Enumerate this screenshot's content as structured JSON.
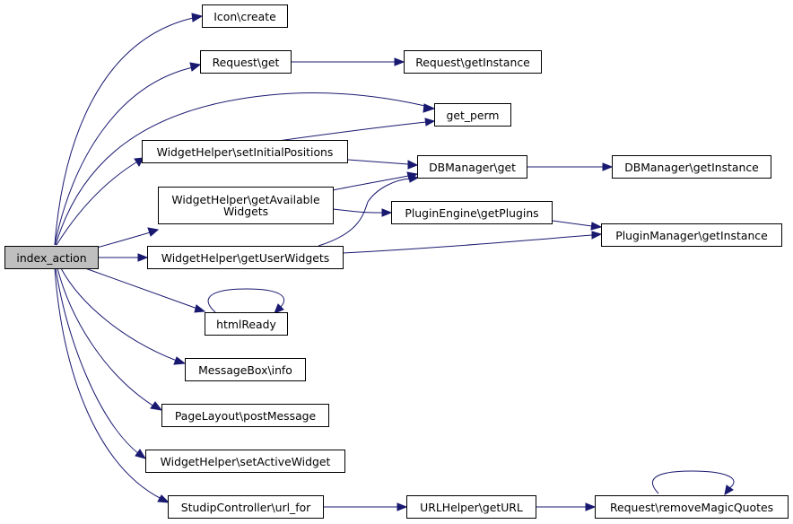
{
  "colors": {
    "edge": "#191970",
    "root_fill": "#bfbfbf",
    "node_border": "#000000"
  },
  "nodes": {
    "index_action": "index_action",
    "icon_create": "Icon\\create",
    "request_get": "Request\\get",
    "request_getinstance": "Request\\getInstance",
    "get_perm": "get_perm",
    "widgethelper_setinitialpositions": "WidgetHelper\\setInitialPositions",
    "dbmanager_get": "DBManager\\get",
    "dbmanager_getinstance": "DBManager\\getInstance",
    "widgethelper_getavailablewidgets": "WidgetHelper\\getAvailable\nWidgets",
    "pluginengine_getplugins": "PluginEngine\\getPlugins",
    "pluginmanager_getinstance": "PluginManager\\getInstance",
    "widgethelper_getuserwidgets": "WidgetHelper\\getUserWidgets",
    "htmlready": "htmlReady",
    "messagebox_info": "MessageBox\\info",
    "pagelayout_postmessage": "PageLayout\\postMessage",
    "widgethelper_setactivewidget": "WidgetHelper\\setActiveWidget",
    "studipcontroller_url_for": "StudipController\\url_for",
    "urlhelper_geturl": "URLHelper\\getURL",
    "request_removemagicquotes": "Request\\removeMagicQuotes"
  },
  "edges": [
    [
      "index_action",
      "icon_create"
    ],
    [
      "index_action",
      "request_get"
    ],
    [
      "index_action",
      "get_perm"
    ],
    [
      "index_action",
      "widgethelper_setinitialpositions"
    ],
    [
      "index_action",
      "widgethelper_getavailablewidgets"
    ],
    [
      "index_action",
      "widgethelper_getuserwidgets"
    ],
    [
      "index_action",
      "htmlready"
    ],
    [
      "index_action",
      "messagebox_info"
    ],
    [
      "index_action",
      "pagelayout_postmessage"
    ],
    [
      "index_action",
      "widgethelper_setactivewidget"
    ],
    [
      "index_action",
      "studipcontroller_url_for"
    ],
    [
      "request_get",
      "request_getinstance"
    ],
    [
      "widgethelper_setinitialpositions",
      "get_perm"
    ],
    [
      "widgethelper_setinitialpositions",
      "dbmanager_get"
    ],
    [
      "dbmanager_get",
      "dbmanager_getinstance"
    ],
    [
      "widgethelper_getavailablewidgets",
      "dbmanager_get"
    ],
    [
      "widgethelper_getavailablewidgets",
      "pluginengine_getplugins"
    ],
    [
      "pluginengine_getplugins",
      "pluginmanager_getinstance"
    ],
    [
      "widgethelper_getuserwidgets",
      "dbmanager_get"
    ],
    [
      "widgethelper_getuserwidgets",
      "pluginmanager_getinstance"
    ],
    [
      "htmlready",
      "htmlready"
    ],
    [
      "studipcontroller_url_for",
      "urlhelper_geturl"
    ],
    [
      "urlhelper_geturl",
      "request_removemagicquotes"
    ],
    [
      "request_removemagicquotes",
      "request_removemagicquotes"
    ]
  ]
}
